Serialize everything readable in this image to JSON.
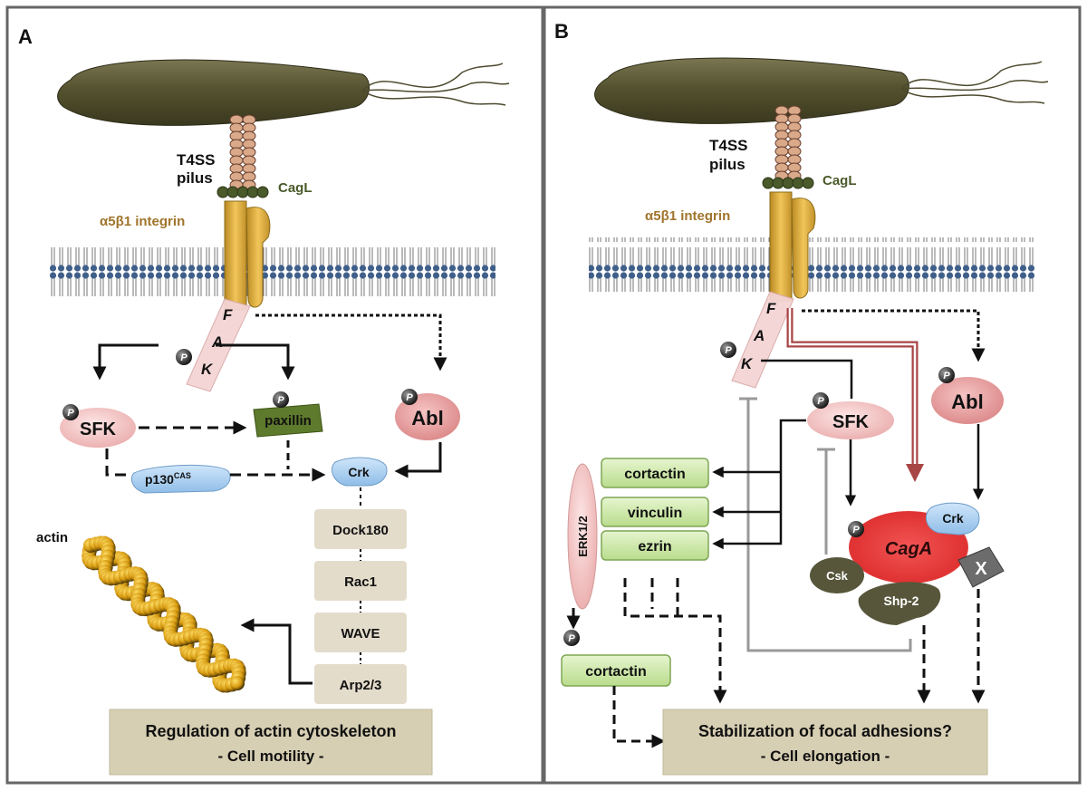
{
  "panels": [
    {
      "letter": "A",
      "t4ss_line1": "T4SS",
      "t4ss_line2": "pilus",
      "cagl": "CagL",
      "integrin": "α5β1 integrin",
      "fak": [
        "F",
        "A",
        "K"
      ],
      "phospho": "P",
      "sfk": "SFK",
      "paxillin": "paxillin",
      "abl": "Abl",
      "p130": "p130",
      "p130_sup": "CAS",
      "crk": "Crk",
      "cascade": [
        "Dock180",
        "Rac1",
        "WAVE",
        "Arp2/3"
      ],
      "actin": "actin",
      "outcome_line1": "Regulation of actin cytoskeleton",
      "outcome_line2": "- Cell motility -"
    },
    {
      "letter": "B",
      "t4ss_line1": "T4SS",
      "t4ss_line2": "pilus",
      "cagl": "CagL",
      "integrin": "α5β1 integrin",
      "fak": [
        "F",
        "A",
        "K"
      ],
      "phospho": "P",
      "sfk": "SFK",
      "abl": "Abl",
      "targets": [
        "cortactin",
        "vinculin",
        "ezrin"
      ],
      "erk": "ERK1/2",
      "cortactin_p": "cortactin",
      "crk": "Crk",
      "caga": "CagA",
      "csk": "Csk",
      "shp2": "Shp-2",
      "x": "X",
      "outcome_line1": "Stabilization of focal adhesions?",
      "outcome_line2": "- Cell elongation -"
    }
  ],
  "colors": {
    "bacterium": "#4d4a2e",
    "integrin": "#e8b84a",
    "cagl": "#4a5a2a",
    "membrane_head": "#3f5f8a",
    "fak": "#f4d4d4",
    "sfk": "#f2b7b7",
    "abl": "#e79a9a",
    "paxillin": "#5e7a2c",
    "crk": "#a9cdef",
    "cascade_box": "#e4dccb",
    "outcome_box": "#d7cfb3",
    "green_box": "#d5ecb4",
    "caga": "#e8383a",
    "dark_protein": "#57563b",
    "red_arrow": "#a84545",
    "inhibit": "#999999"
  }
}
